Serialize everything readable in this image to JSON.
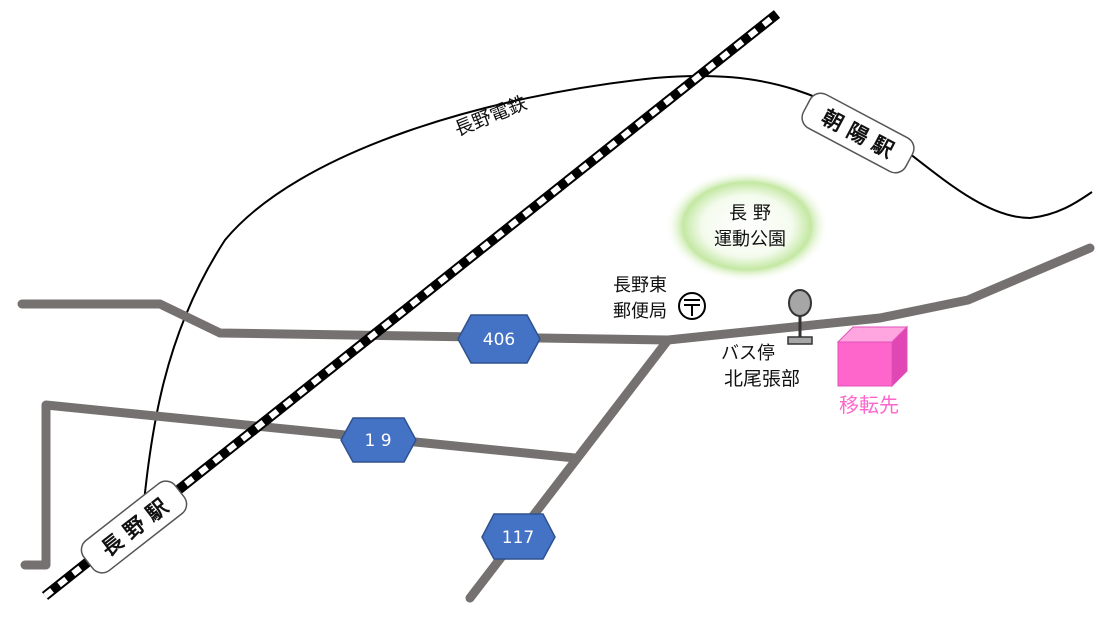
{
  "stations": {
    "nagano": "長 野 駅",
    "asahi": "朝 陽 駅"
  },
  "railway": {
    "nagano_dentetsu": "長野電鉄"
  },
  "park": {
    "line1": "長 野",
    "line2": "運動公園"
  },
  "post_office": {
    "line1": "長野東",
    "line2": "郵便局"
  },
  "bus_stop": {
    "line1": "バス停",
    "line2": "北尾張部"
  },
  "destination": {
    "label": "移転先",
    "color": "#ff66cc"
  },
  "routes": {
    "r406": "406",
    "r19": "1 9",
    "r117": "117"
  },
  "colors": {
    "road": "#767171",
    "route_shield": "#4472c4",
    "park_glow": "#8fd14f"
  },
  "icons": {
    "post_office": "post-office-icon",
    "bus_stop": "bus-stop-icon"
  }
}
